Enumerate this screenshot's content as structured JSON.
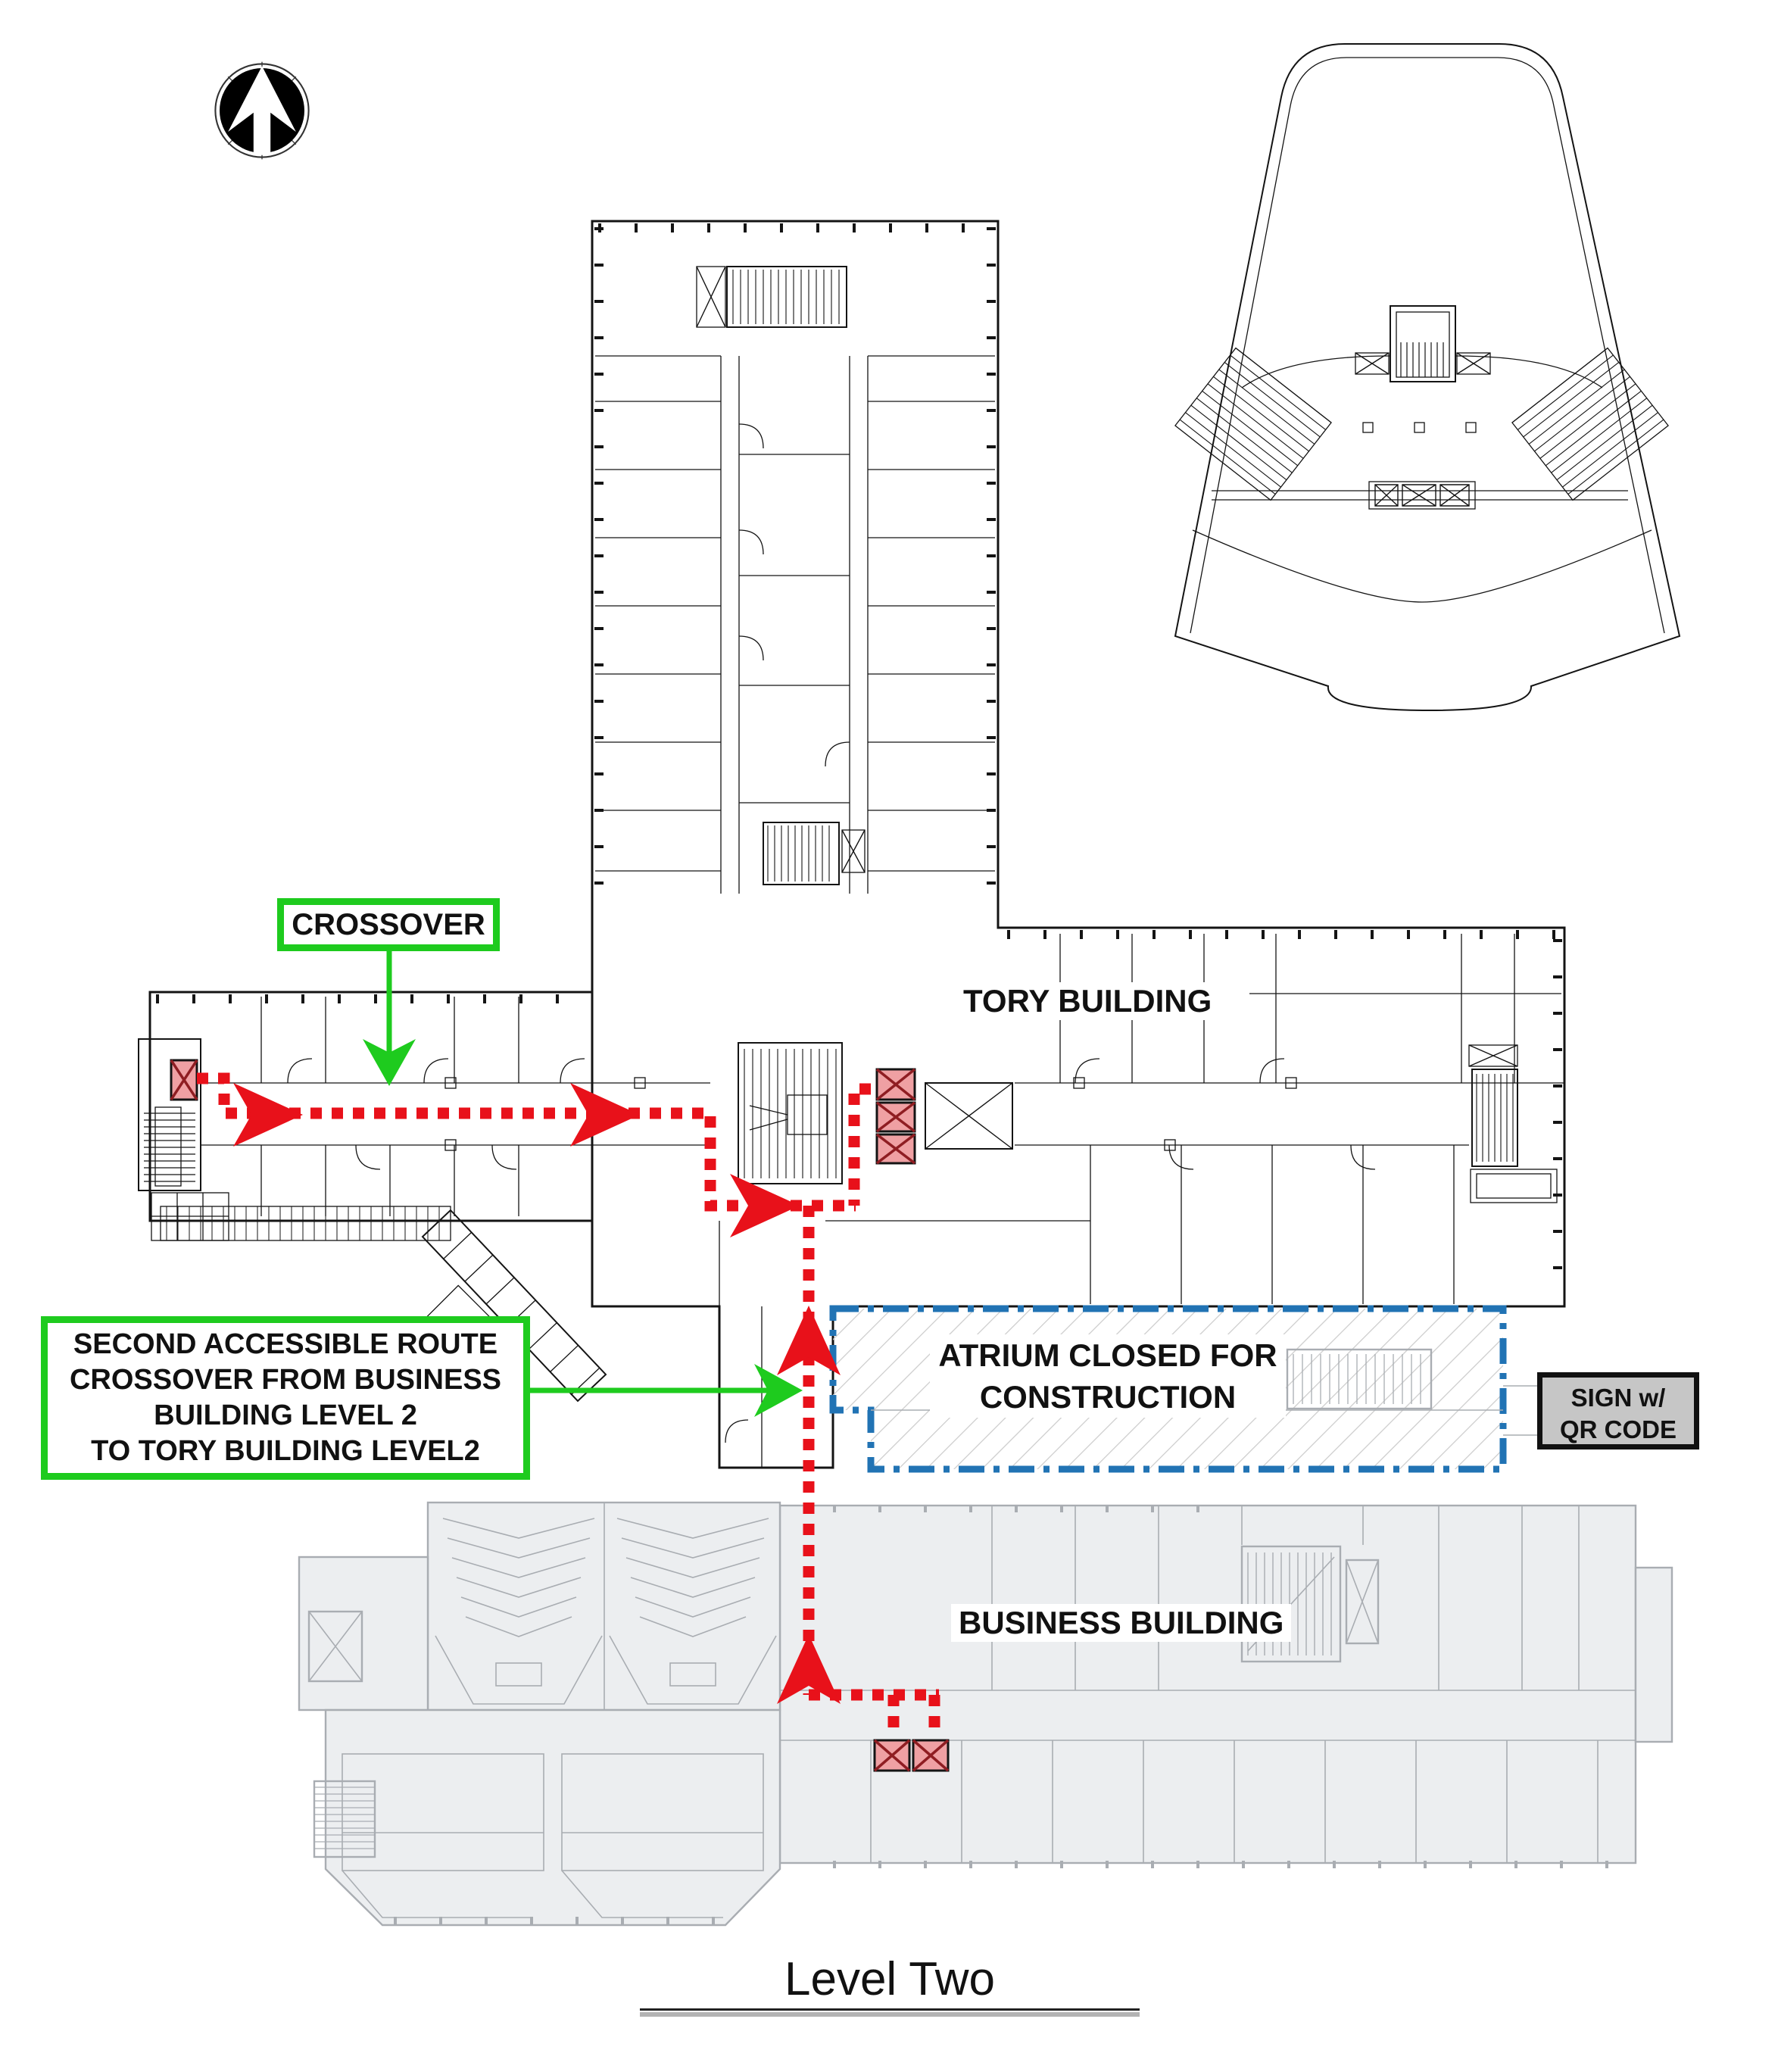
{
  "page": {
    "title_label": "Level Two"
  },
  "colors": {
    "ink": "#141414",
    "route_red": "#e8111a",
    "elevator_fill": "#efa0a3",
    "elevator_x": "#8f1d22",
    "green": "#1ecb1e",
    "atrium_blue": "#2173b4",
    "atrium_hatch": "#cccccc",
    "business_gray": "#a9adb2",
    "business_fill": "#eceef0",
    "sign_fill": "#c6c6c6",
    "underline_gray": "#b3b3b3"
  },
  "annotations": {
    "crossover_label": "CROSSOVER",
    "route_note_lines": [
      "SECOND ACCESSIBLE ROUTE",
      "CROSSOVER FROM BUSINESS",
      "BUILDING LEVEL 2",
      "TO TORY BUILDING LEVEL2"
    ],
    "atrium_label_lines": [
      "ATRIUM CLOSED FOR",
      "CONSTRUCTION"
    ],
    "sign_label_lines": [
      "SIGN w/",
      "QR CODE"
    ],
    "tory_building_label": "TORY BUILDING",
    "business_building_label": "BUSINESS BUILDING"
  },
  "icons": {
    "north_arrow": "north-arrow",
    "elevator_boxes": "crossed-box-elevator",
    "stairs": "hatched-stair-flight",
    "route": "red-dashed-accessible-route",
    "closed_area": "blue-dash-dot-construction-boundary"
  }
}
